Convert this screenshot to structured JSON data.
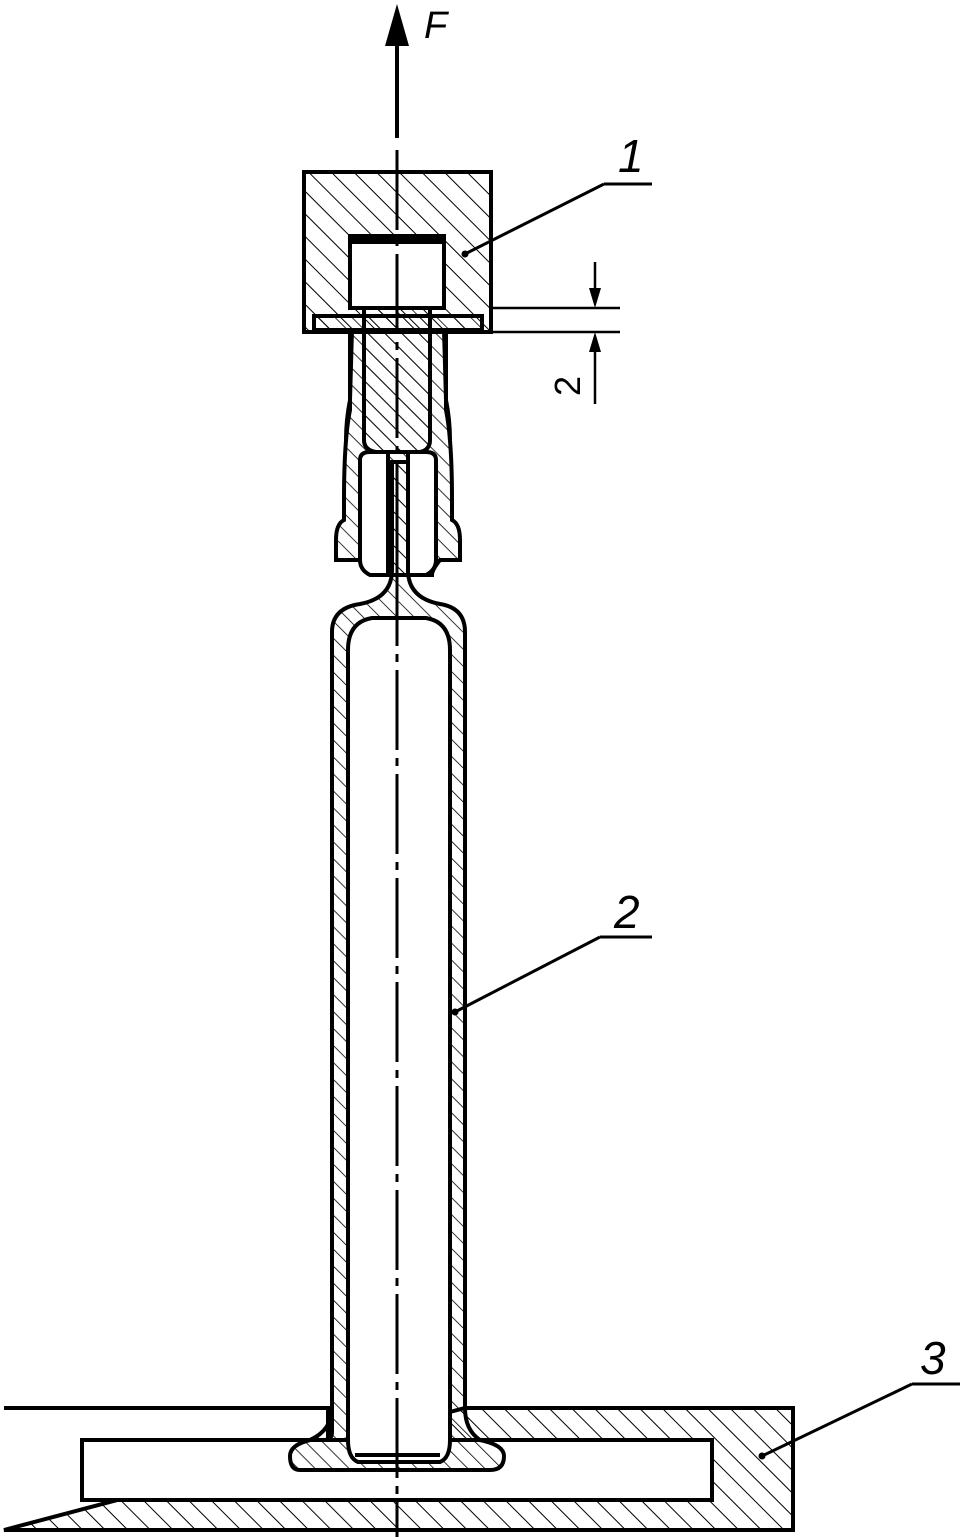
{
  "force_label": "F",
  "parts": [
    {
      "number": "1"
    },
    {
      "number": "2"
    },
    {
      "number": "3"
    }
  ],
  "dimension": {
    "value": "2"
  },
  "colors": {
    "line": "#000000",
    "background": "#ffffff"
  }
}
